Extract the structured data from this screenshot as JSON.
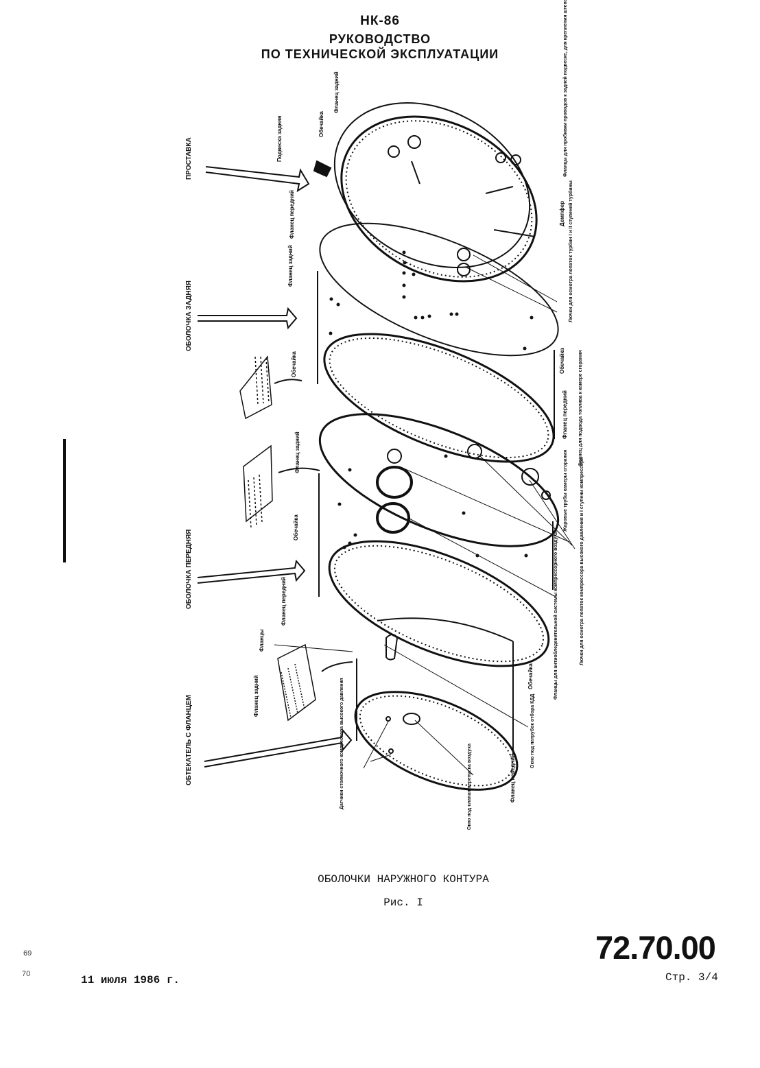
{
  "header": {
    "line1": "НК-86",
    "line2": "РУКОВОДСТВО",
    "line3": "ПО ТЕХНИЧЕСКОЙ ЭКСПЛУАТАЦИИ"
  },
  "figure": {
    "side_labels": [
      "ПРОСТАВКА",
      "ОБОЛОЧКА ЗАДНЯЯ",
      "ОБОЛОЧКА ПЕРЕДНЯЯ",
      "ОБТЕКАТЕЛЬ С ФЛАНЦЕМ"
    ],
    "callouts": {
      "flange_rear_top": "Фланец задний",
      "shell_top": "Обечайка",
      "bracket_rear": "Подвеска задняя",
      "flange_front_1": "Фланец передний",
      "flange_rear_2": "Фланец задний",
      "shell_2": "Обечайка",
      "damper": "Демпфер",
      "ports_thermometer": "Фланцы для пробивки проводов к задней подвеске, для крепления штепсельного разъема датчиков температуры и датчика давления",
      "hatches_turbine": "Лючки для осмотра лопаток турбин I и II ступеней турбины",
      "shell_right": "Обечайка",
      "flange_front_right": "Фланец передний",
      "flange_fuel": "Фланец для подвода топлива к камере сгорания",
      "flange_rear_3": "Фланец задний",
      "shell_3": "Обечайка",
      "hatches_combustion": "Жаровые трубы камеры сгорания",
      "hatches_compressor": "Лючки для осмотра лопаток компрессора высокого давления и I ступени компрессора",
      "flange_front_3": "Фланец передний",
      "flanges_bottom": "Фланцы",
      "flange_rear_4": "Фланец задний",
      "shell_4": "Обечайка",
      "sensors_compressor": "Датчики стояночного компрессора высокого давления",
      "valve_hole": "Окно под клапан перепуска воздуха",
      "flange_front_4": "Фланец передний",
      "pipe_hole": "Окно под патрубок отбора КДД",
      "anti_icing": "Фланцы для антиобледенительной системы компрессорного воздуха"
    }
  },
  "caption": "ОБОЛОЧКИ НАРУЖНОГО КОНТУРА",
  "figure_number": "Рис. I",
  "doc_number": "72.70.00",
  "page_ref": "Стр. 3/4",
  "date": "11 июля 1986 г.",
  "margin_marks": [
    "69",
    "70"
  ]
}
